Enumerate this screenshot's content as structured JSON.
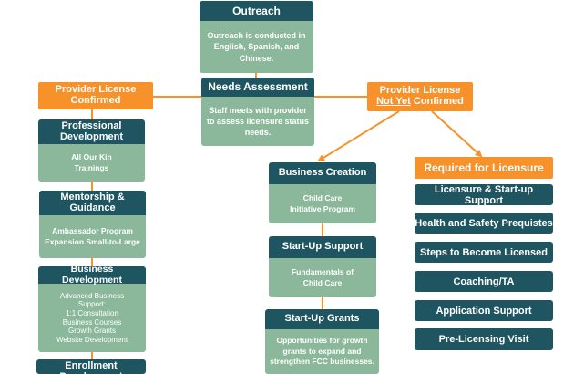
{
  "colors": {
    "header": "#1f5560",
    "body": "#8bb79a",
    "orange": "#f7922a",
    "connector": "#f7922a"
  },
  "outreach": {
    "title": "Outreach",
    "text": "Outreach is conducted in\nEnglish, Spanish, and\nChinese."
  },
  "needs": {
    "title": "Needs Assessment",
    "text": "Staff meets with provider\nto assess licensure status\nneeds."
  },
  "confirmed": {
    "line1": "Provider License",
    "line2": "Confirmed"
  },
  "not_confirmed": {
    "line1": "Provider License",
    "line2_underlined": "Not Yet",
    "line2_rest": " Confirmed"
  },
  "left_column": [
    {
      "title": "Professional\nDevelopment",
      "text": "All Our Kin\nTrainings"
    },
    {
      "title": "Mentorship &\nGuidance",
      "text": "Ambassador Program\nExpansion Small-to-Large"
    },
    {
      "title": "Business Development",
      "text": "Advanced Business\nSupport:\n1:1 Consultation\nBusiness Courses\nGrowth Grants\nWebsite Development"
    },
    {
      "title": "Enrollment\nDevelopment",
      "text": ""
    }
  ],
  "middle_column": [
    {
      "title": "Business Creation",
      "text": "Child Care\nInitiative Program"
    },
    {
      "title": "Start-Up Support",
      "text": "Fundamentals of\nChild Care"
    },
    {
      "title": "Start-Up Grants",
      "text": "Opportunities for growth\ngrants to expand and\nstrengthen FCC businesses."
    }
  ],
  "licensure": {
    "title": "Required for Licensure",
    "items": [
      "Licensure & Start-up Support",
      "Health and Safety Prequistes",
      "Steps to Become Licensed",
      "Coaching/TA",
      "Application Support",
      "Pre-Licensing Visit"
    ]
  }
}
